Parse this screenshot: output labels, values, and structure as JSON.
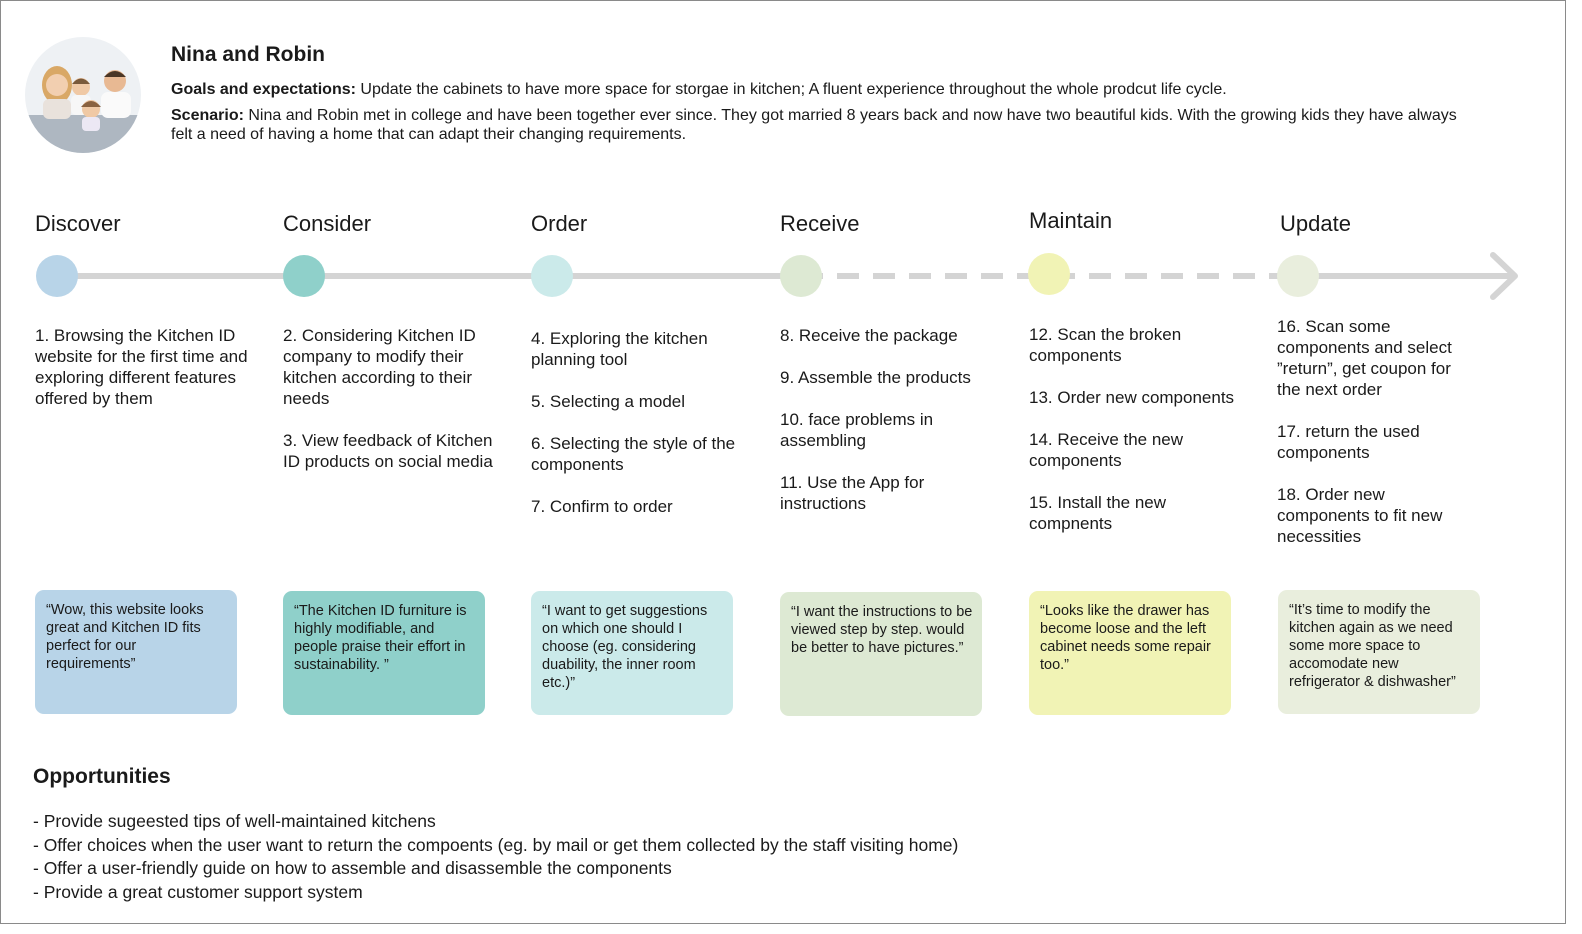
{
  "persona": {
    "name": "Nina and Robin",
    "goals_label": "Goals and expectations:",
    "goals_text": " Update the cabinets to have more space for storgae in kitchen; A fluent experience throughout the whole prodcut life cycle.",
    "scenario_label": "Scenario:",
    "scenario_text": " Nina and Robin met in college and have been together ever since. They got married 8 years back and now have two beautiful kids. With the growing kids they have always felt a need of having a home that can adapt their changing requirements."
  },
  "stages": [
    {
      "title": "Discover",
      "color": "#b8d4e8",
      "steps": [
        "1. Browsing the Kitchen ID website for the first time and exploring different features offered by them"
      ],
      "quote": "“Wow, this website looks great and Kitchen ID fits perfect for our requirements”"
    },
    {
      "title": "Consider",
      "color": "#8fd0ca",
      "steps": [
        "2. Considering Kitchen ID company to modify their kitchen according to their needs",
        "3. View feedback of Kitchen ID products on social media"
      ],
      "quote": "“The Kitchen ID furniture is highly modifiable, and people praise their effort in sustainability. ”"
    },
    {
      "title": "Order",
      "color": "#cbeaea",
      "steps": [
        "4. Exploring the kitchen planning tool",
        "5. Selecting a model",
        "6. Selecting the style of the components",
        "7. Confirm to order"
      ],
      "quote": "“I want to get suggestions on which one should I choose (eg. considering duability, the inner room etc.)”"
    },
    {
      "title": "Receive",
      "color": "#dde9d3",
      "steps": [
        "8. Receive the package",
        "9. Assemble the products",
        "10. face problems in assembling",
        "11. Use the App for instructions"
      ],
      "quote": "“I want the instructions to be viewed step by step. would be better to have pictures.”"
    },
    {
      "title": "Maintain",
      "color": "#f1f3b5",
      "steps": [
        "12. Scan the broken components",
        "13. Order new components",
        "14. Receive the new components",
        "15. Install the new compnents"
      ],
      "quote": "“Looks like the drawer has become loose and the left cabinet needs some repair too.”"
    },
    {
      "title": "Update",
      "color": "#e9eedd",
      "steps": [
        "16. Scan some components and select ”return”, get coupon for the next order",
        "17. return the used components",
        "18. Order new components to fit new necessities"
      ],
      "quote": "“It’s time to modify the kitchen again as we need some more space to accomodate new refrigerator & dishwasher”"
    }
  ],
  "opportunities": {
    "title": "Opportunities",
    "items": [
      "- Provide sugeested tips of well-maintained kitchens",
      "- Offer choices when the user want to return the compoents (eg. by mail or get them collected by the staff visiting home)",
      "- Offer a user-friendly guide on how to assemble and disassemble the components",
      "- Provide a great customer support system"
    ]
  },
  "colors": {
    "timeline_line": "#d4d4d4",
    "text": "#1a1a1a"
  }
}
